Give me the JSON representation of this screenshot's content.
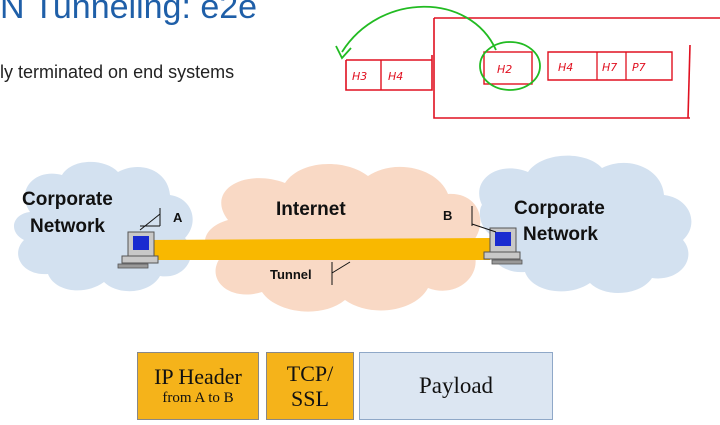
{
  "slide": {
    "title": "N Tunneling: e2e",
    "bullet": "ly terminated on end systems"
  },
  "annotation": {
    "left_labels": [
      "H3",
      "H4"
    ],
    "circled_label": "H2",
    "right_labels": [
      "H4",
      "H7",
      "P7"
    ],
    "ink_colors": {
      "red": "#e01020",
      "green": "#22bb22"
    }
  },
  "diagram": {
    "left_cloud": {
      "line1": "Corporate",
      "line2": "Network"
    },
    "internet_label": "Internet",
    "right_cloud": {
      "line1": "Corporate",
      "line2": "Network"
    },
    "host_a": "A",
    "host_b": "B",
    "tunnel_label": "Tunnel",
    "colors": {
      "corporate_cloud": "#d3e1f0",
      "internet_cloud": "#f9d9c5",
      "tunnel": "#f9b800"
    }
  },
  "packet": {
    "ip_header": "IP Header",
    "ip_header_sub": "from A to B",
    "tcp_line1": "TCP/",
    "tcp_line2": "SSL",
    "payload": "Payload"
  }
}
